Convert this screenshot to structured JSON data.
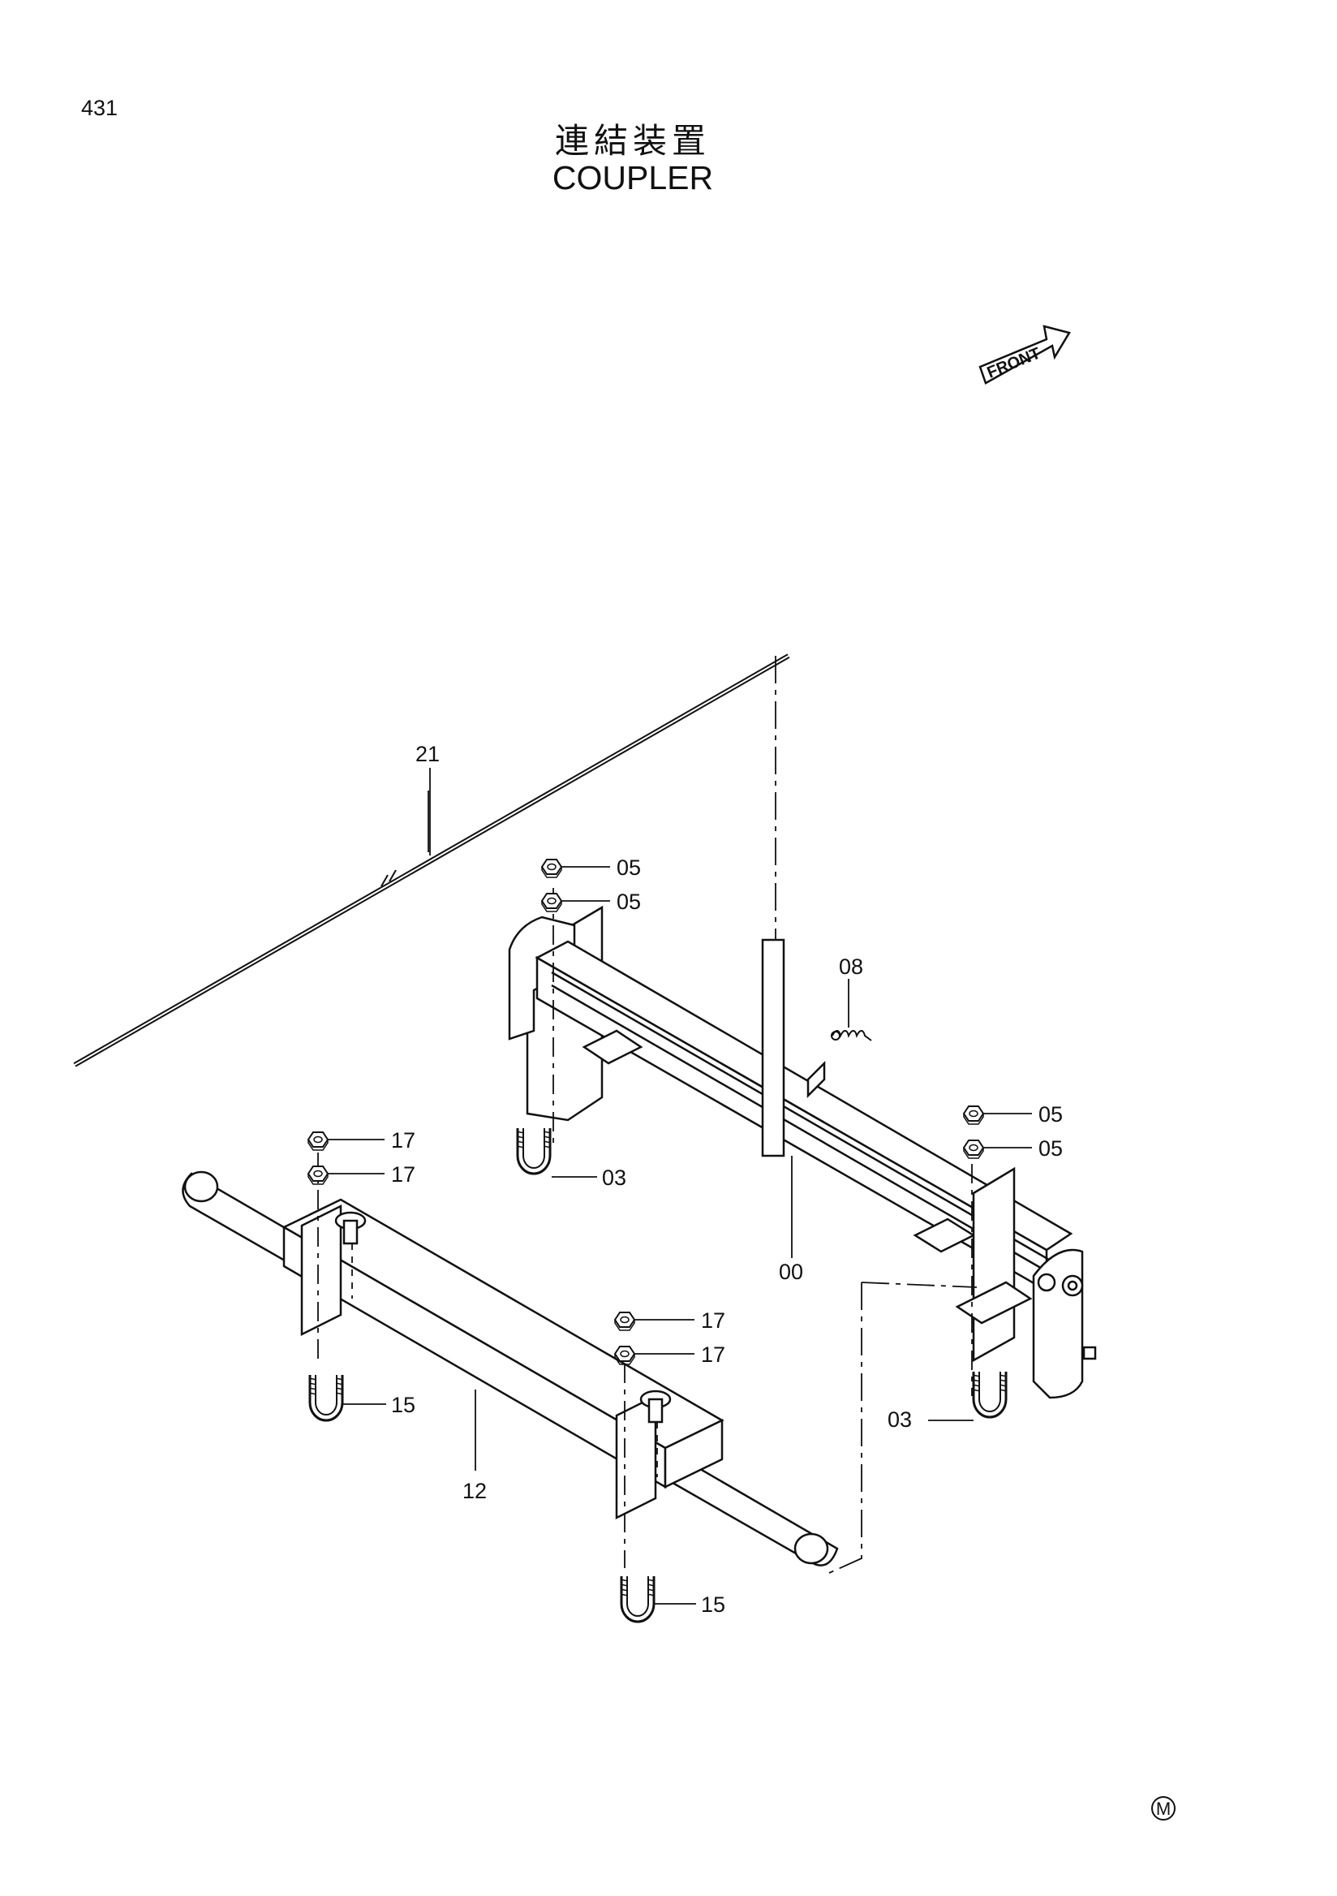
{
  "header": {
    "page_number": "431",
    "title_jp": "連結装置",
    "title_en": "COUPLER"
  },
  "orientation": {
    "label": "FRONT",
    "icon": "front-arrow-icon"
  },
  "callouts": {
    "c00": "00",
    "c03_upper": "03",
    "c03_lower": "03",
    "c05_a": "05",
    "c05_b": "05",
    "c05_c": "05",
    "c05_d": "05",
    "c08": "08",
    "c12": "12",
    "c15_left": "15",
    "c15_right": "15",
    "c17_a": "17",
    "c17_b": "17",
    "c17_c": "17",
    "c17_d": "17",
    "c21": "21"
  },
  "footer": {
    "mark": "M"
  }
}
